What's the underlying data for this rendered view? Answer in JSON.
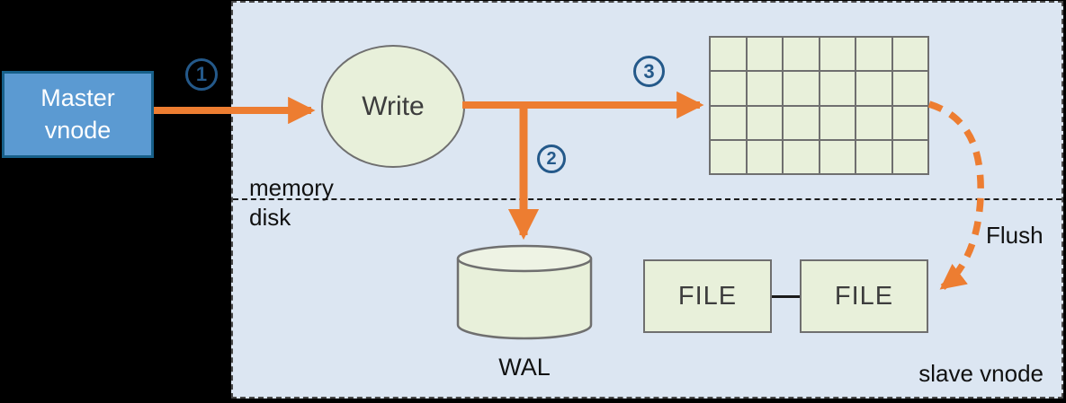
{
  "nodes": {
    "master": {
      "label": "Master vnode"
    },
    "write": {
      "label": "Write"
    },
    "memtable": {
      "rows": 4,
      "cols": 6
    },
    "wal": {
      "label": "WAL"
    },
    "files": {
      "file1": "FILE",
      "file2": "FILE"
    }
  },
  "labels": {
    "memory": "memory",
    "disk": "disk",
    "flush": "Flush",
    "slave": "slave vnode"
  },
  "steps": {
    "step1": "1",
    "step2": "2",
    "step3": "3"
  },
  "colors": {
    "accent_orange": "#ed7d31",
    "panel_blue": "#dce6f2",
    "node_green": "#e8f0da",
    "node_border_gray": "#6f6f6f",
    "master_blue": "#5b9ad2",
    "master_border": "#17608a",
    "step_navy": "#24598a",
    "background_black": "#000000"
  }
}
